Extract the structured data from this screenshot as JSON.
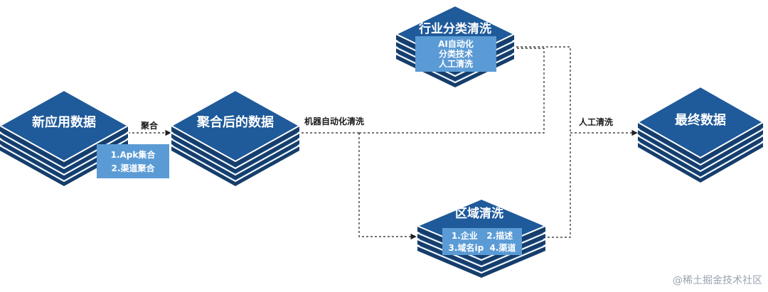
{
  "colors": {
    "top": "#1f5a9a",
    "side": "#163e6c",
    "layer": "#2b65a6",
    "gap": "#ffffff",
    "box": "#5b9bd5",
    "line": "#333333"
  },
  "nodes": {
    "new_app": {
      "title": "新应用数据",
      "items": [
        "1.Apk集合",
        "2.渠道聚合"
      ]
    },
    "merged": {
      "title": "聚合后的数据"
    },
    "industry": {
      "title": "行业分类清洗",
      "items": [
        "AI自动化",
        "分类技术",
        "人工清洗"
      ]
    },
    "domain": {
      "title": "区域清洗",
      "items": [
        "1.企业   2.描述",
        "3.域名ip  4.渠道"
      ]
    },
    "final": {
      "title": "最终数据"
    }
  },
  "edges": {
    "aggregate": "聚合",
    "machine": "机器自动化清洗",
    "manual": "人工清洗"
  },
  "watermark": "@稀土掘金技术社区"
}
